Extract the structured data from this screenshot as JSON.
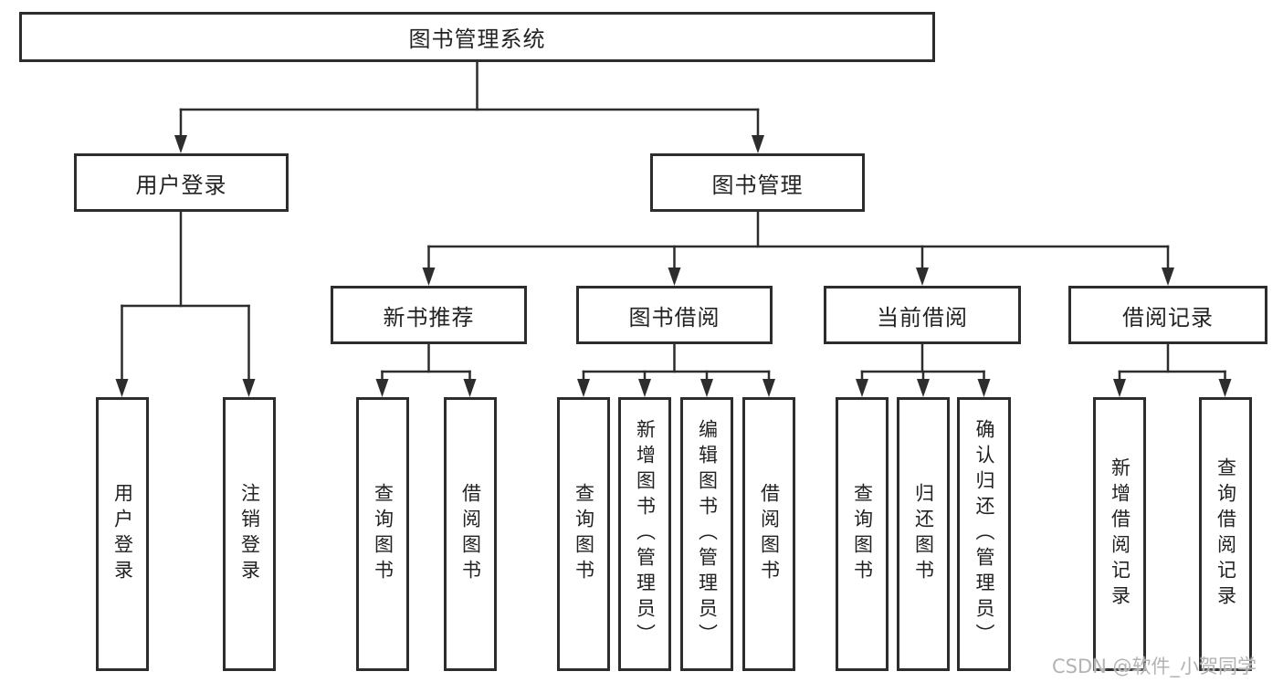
{
  "tree": {
    "label": "图书管理系统",
    "children": [
      {
        "label": "用户登录",
        "children": [
          {
            "label": "用户登录"
          },
          {
            "label": "注销登录"
          }
        ]
      },
      {
        "label": "图书管理",
        "children": [
          {
            "label": "新书推荐",
            "children": [
              {
                "label": "查询图书"
              },
              {
                "label": "借阅图书"
              }
            ]
          },
          {
            "label": "图书借阅",
            "children": [
              {
                "label": "查询图书"
              },
              {
                "label": "新增图书（管理员）"
              },
              {
                "label": "编辑图书（管理员）"
              },
              {
                "label": "借阅图书"
              }
            ]
          },
          {
            "label": "当前借阅",
            "children": [
              {
                "label": "查询图书"
              },
              {
                "label": "归还图书"
              },
              {
                "label": "确认归还（管理员）"
              }
            ]
          },
          {
            "label": "借阅记录",
            "children": [
              {
                "label": "新增借阅记录"
              },
              {
                "label": "查询借阅记录"
              }
            ]
          }
        ]
      }
    ]
  },
  "watermark": {
    "text": "CSDN @软件_小贺同学"
  },
  "colors": {
    "border": "#2d2d2d",
    "line": "#2d2d2d",
    "text": "#222222",
    "background": "#ffffff",
    "watermark": "#b3b3b3"
  }
}
